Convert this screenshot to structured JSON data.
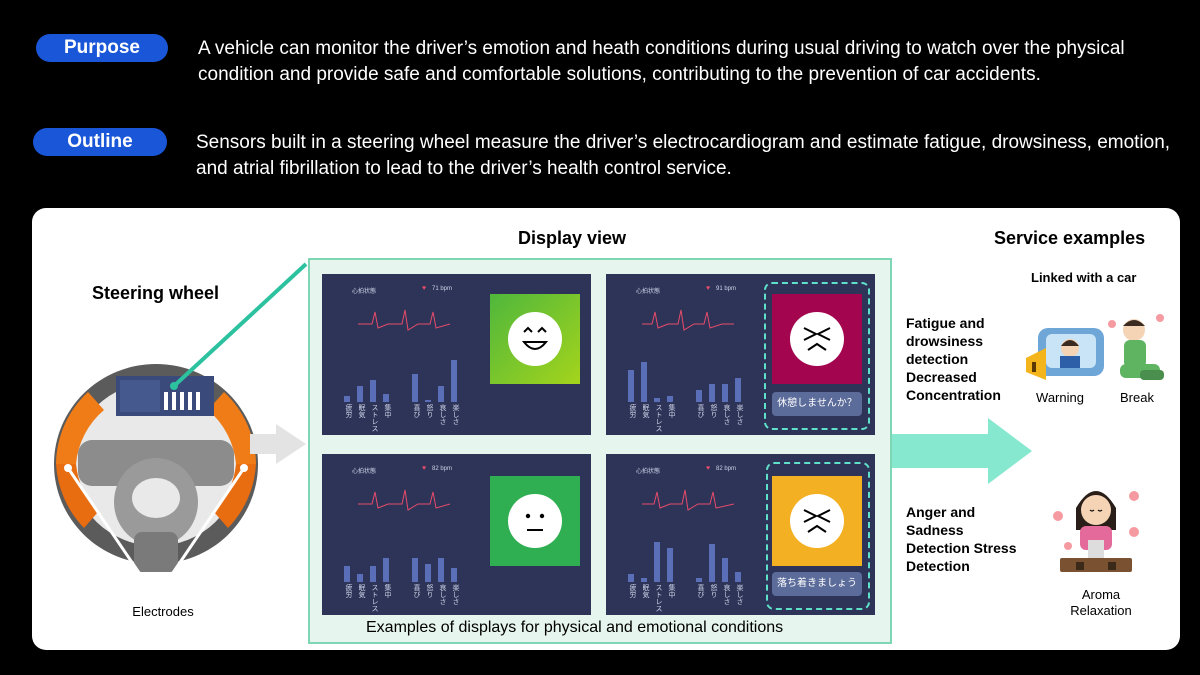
{
  "intro": {
    "purpose_label": "Purpose",
    "purpose_text": "A vehicle can monitor the driver’s emotion and heath conditions during usual driving to watch over the physical condition and provide safe and comfortable solutions, contributing to the prevention of car accidents.",
    "outline_label": "Outline",
    "outline_text": "Sensors built in a steering wheel measure the driver’s electrocardiogram and estimate fatigue, drowsiness, emotion, and atrial fibrillation to lead to the driver’s health control service."
  },
  "steering": {
    "title": "Steering wheel",
    "electrodes_label": "Electrodes"
  },
  "display": {
    "title": "Display view",
    "caption": "Examples of displays for physical and emotional conditions",
    "screens": [
      {
        "header": "心拍状態",
        "bpm": "71 bpm",
        "face_color": "#6bc23a",
        "button": ""
      },
      {
        "header": "心拍状態",
        "bpm": "91 bpm",
        "face_color": "#a3064f",
        "button": "休憩しませんか？"
      },
      {
        "header": "心拍状態",
        "bpm": "82 bpm",
        "face_color": "#2fae52",
        "button": ""
      },
      {
        "header": "心拍状態",
        "bpm": "82 bpm",
        "face_color": "#f2b022",
        "button": "落ち着きましょう"
      }
    ],
    "bar_labels": [
      "疲労",
      "眠気",
      "ストレス",
      "集中",
      "喜び",
      "怒り",
      "哀しさ",
      "楽しさ"
    ]
  },
  "service": {
    "title": "Service examples",
    "linked": "Linked with a car",
    "fatigue_text": "Fatigue and drowsiness detection Decreased Concentration",
    "warning": "Warning",
    "break": "Break",
    "anger_text": "Anger and Sadness Detection Stress Detection",
    "aroma": "Aroma Relaxation"
  },
  "colors": {
    "pill": "#1a56d8",
    "teal_arrow": "#86e8cf",
    "screen_bg": "#2d3458"
  }
}
